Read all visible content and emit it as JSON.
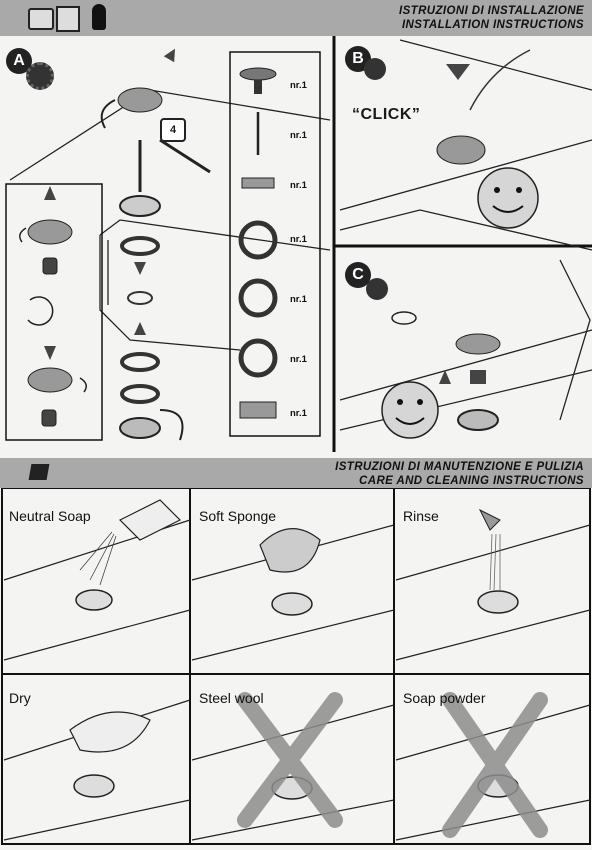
{
  "header": {
    "title_it": "ISTRUZIONI DI INSTALLAZIONE",
    "title_en": "INSTALLATION INSTRUCTIONS",
    "icons": [
      "sink-icon",
      "tank-icon"
    ]
  },
  "installation": {
    "steps": [
      {
        "letter": "A",
        "icon": "gears-icon"
      },
      {
        "letter": "B",
        "icon": "push-hand-icon",
        "sound": "“CLICK”"
      },
      {
        "letter": "C",
        "icon": "wrench-icon"
      }
    ],
    "tool_label": "4",
    "parts_list": [
      {
        "part": "plug-cap",
        "qty": "nr.1"
      },
      {
        "part": "threaded-rod",
        "qty": "nr.1"
      },
      {
        "part": "drain-body",
        "qty": "nr.1"
      },
      {
        "part": "gasket-1",
        "qty": "nr.1"
      },
      {
        "part": "gasket-2",
        "qty": "nr.1"
      },
      {
        "part": "gasket-3",
        "qty": "nr.1"
      },
      {
        "part": "nut",
        "qty": "nr.1"
      }
    ]
  },
  "maintenance": {
    "title_it": "ISTRUZIONI DI MANUTENZIONE E PULIZIA",
    "title_en": "CARE AND CLEANING INSTRUCTIONS",
    "panels": [
      {
        "label": "Neutral Soap",
        "allowed": true
      },
      {
        "label": "Soft Sponge",
        "allowed": true
      },
      {
        "label": "Rinse",
        "allowed": true
      },
      {
        "label": "Dry",
        "allowed": true
      },
      {
        "label": "Steel wool",
        "allowed": false
      },
      {
        "label": "Soap powder",
        "allowed": false
      }
    ]
  }
}
